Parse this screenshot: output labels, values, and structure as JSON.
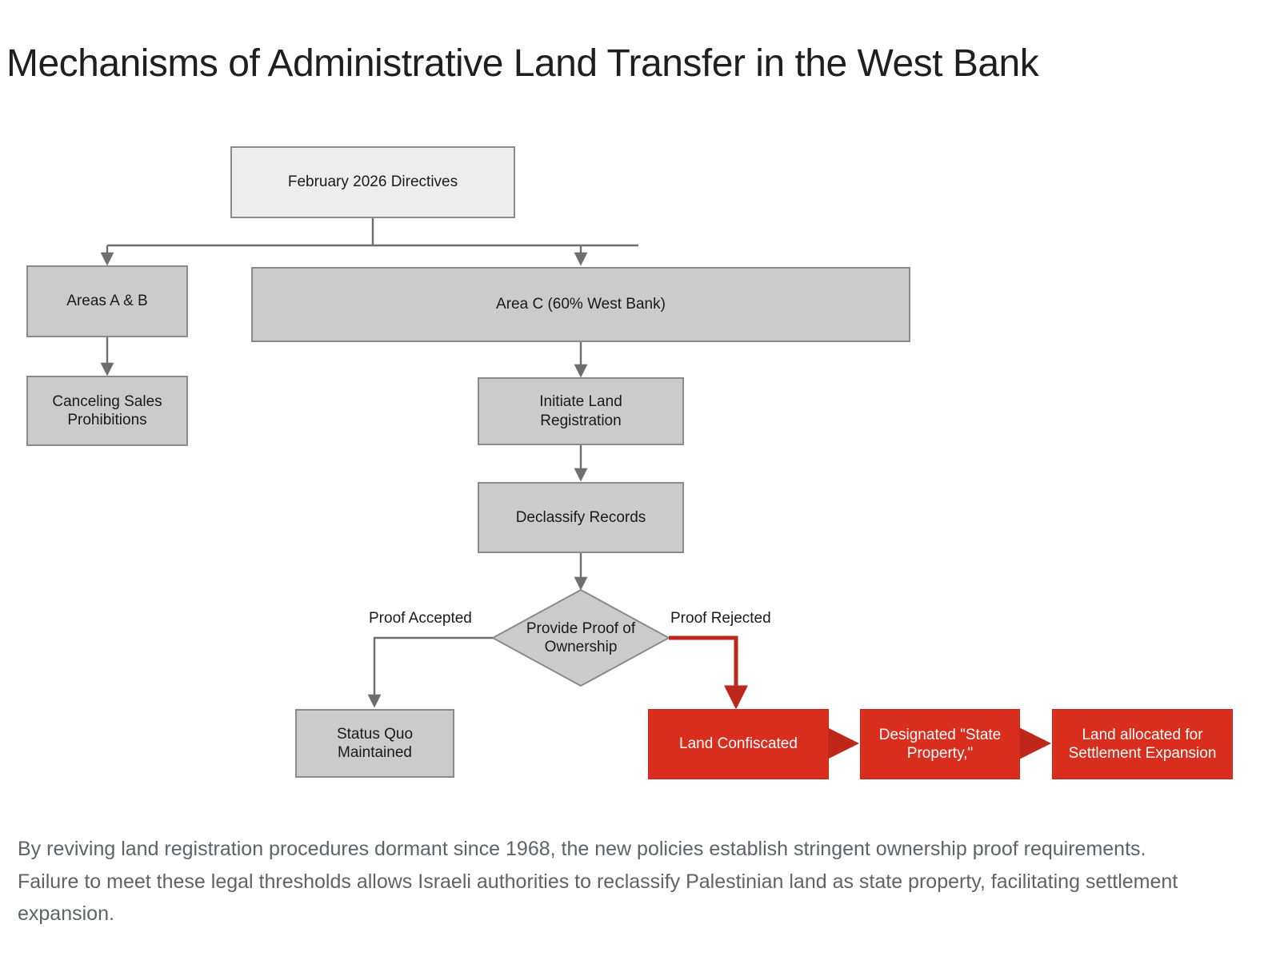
{
  "page": {
    "title": "Mechanisms of Administrative Land Transfer in the West Bank",
    "caption": "By reviving land registration procedures dormant since 1968, the new policies establish stringent ownership proof requirements. Failure to meet these legal thresholds allows Israeli authorities to reclassify Palestinian land as state property, facilitating settlement expansion."
  },
  "colors": {
    "root_fill": "#ededed",
    "process_fill": "#cbcbcb",
    "process_border": "#8a8a8a",
    "outcome_red": "#d92d1e",
    "connector_gray": "#6e6e6e",
    "connector_red": "#c0271b",
    "text_dark": "#1a1a1a",
    "text_light": "#ffffff",
    "caption_text": "#5f6368"
  },
  "chart_data": {
    "type": "diagram",
    "diagram_kind": "flowchart",
    "title": "Mechanisms of Administrative Land Transfer in the West Bank",
    "orientation": "top-down",
    "nodes": [
      {
        "id": "directives",
        "label": "February 2026 Directives",
        "shape": "rectangle",
        "style": "root"
      },
      {
        "id": "areas_ab",
        "label": "Areas A & B",
        "shape": "rectangle",
        "style": "process"
      },
      {
        "id": "area_c",
        "label": "Area C (60% West Bank)",
        "shape": "rectangle",
        "style": "process"
      },
      {
        "id": "canceling",
        "label": "Canceling Sales Prohibitions",
        "shape": "rectangle",
        "style": "process"
      },
      {
        "id": "initiate",
        "label": "Initiate Land Registration",
        "shape": "rectangle",
        "style": "process"
      },
      {
        "id": "declassify",
        "label": "Declassify Records",
        "shape": "rectangle",
        "style": "process"
      },
      {
        "id": "proof",
        "label": "Provide Proof of Ownership",
        "shape": "diamond",
        "style": "decision"
      },
      {
        "id": "status_quo",
        "label": "Status Quo Maintained",
        "shape": "rectangle",
        "style": "process"
      },
      {
        "id": "confiscated",
        "label": "Land Confiscated",
        "shape": "rectangle",
        "style": "outcome"
      },
      {
        "id": "state_property",
        "label": "Designated \"State Property,\"",
        "shape": "rectangle",
        "style": "outcome"
      },
      {
        "id": "settlement",
        "label": "Land allocated for Settlement Expansion",
        "shape": "rectangle",
        "style": "outcome"
      }
    ],
    "edges": [
      {
        "from": "directives",
        "to": "areas_ab",
        "label": "",
        "style": "gray"
      },
      {
        "from": "directives",
        "to": "area_c",
        "label": "",
        "style": "gray"
      },
      {
        "from": "areas_ab",
        "to": "canceling",
        "label": "",
        "style": "gray"
      },
      {
        "from": "area_c",
        "to": "initiate",
        "label": "",
        "style": "gray"
      },
      {
        "from": "initiate",
        "to": "declassify",
        "label": "",
        "style": "gray"
      },
      {
        "from": "declassify",
        "to": "proof",
        "label": "",
        "style": "gray"
      },
      {
        "from": "proof",
        "to": "status_quo",
        "label": "Proof Accepted",
        "style": "gray"
      },
      {
        "from": "proof",
        "to": "confiscated",
        "label": "Proof Rejected",
        "style": "red"
      },
      {
        "from": "confiscated",
        "to": "state_property",
        "label": "",
        "style": "red"
      },
      {
        "from": "state_property",
        "to": "settlement",
        "label": "",
        "style": "red"
      }
    ]
  },
  "nodes": {
    "directives": "February 2026 Directives",
    "areas_ab": "Areas A & B",
    "area_c": "Area C (60% West Bank)",
    "canceling_line1": "Canceling Sales",
    "canceling_line2": "Prohibitions",
    "initiate_line1": "Initiate Land",
    "initiate_line2": "Registration",
    "declassify": "Declassify Records",
    "proof_line1": "Provide Proof of",
    "proof_line2": "Ownership",
    "status_quo_line1": "Status Quo",
    "status_quo_line2": "Maintained",
    "confiscated": "Land Confiscated",
    "state_property_line1": "Designated \"State",
    "state_property_line2": "Property,\"",
    "settlement_line1": "Land allocated for",
    "settlement_line2": "Settlement Expansion"
  },
  "edge_labels": {
    "proof_accepted": "Proof Accepted",
    "proof_rejected": "Proof Rejected"
  }
}
